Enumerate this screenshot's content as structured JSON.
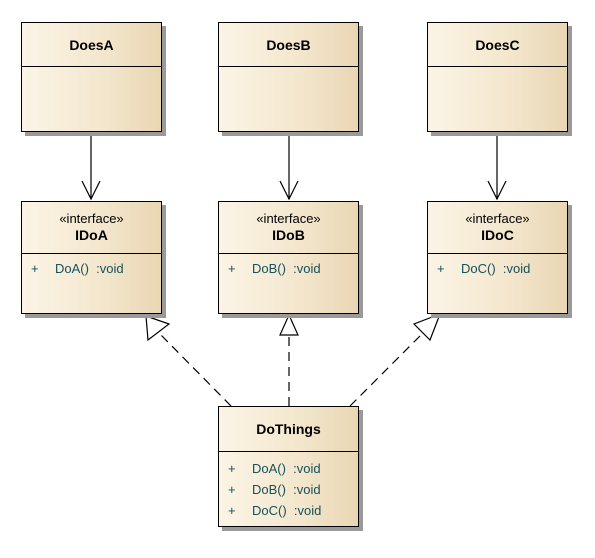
{
  "classes": {
    "doesA": {
      "name": "DoesA"
    },
    "doesB": {
      "name": "DoesB"
    },
    "doesC": {
      "name": "DoesC"
    },
    "idoA": {
      "stereotype": "«interface»",
      "name": "IDoA",
      "ops": [
        {
          "vis": "+",
          "sig": "DoA()  :void"
        }
      ]
    },
    "idoB": {
      "stereotype": "«interface»",
      "name": "IDoB",
      "ops": [
        {
          "vis": "+",
          "sig": "DoB()  :void"
        }
      ]
    },
    "idoC": {
      "stereotype": "«interface»",
      "name": "IDoC",
      "ops": [
        {
          "vis": "+",
          "sig": "DoC()  :void"
        }
      ]
    },
    "doThings": {
      "name": "DoThings",
      "ops": [
        {
          "vis": "+",
          "sig": "DoA()  :void"
        },
        {
          "vis": "+",
          "sig": "DoB()  :void"
        },
        {
          "vis": "+",
          "sig": "DoC()  :void"
        }
      ]
    }
  },
  "relations": [
    {
      "type": "dependency",
      "from": "DoesA",
      "to": "IDoA"
    },
    {
      "type": "dependency",
      "from": "DoesB",
      "to": "IDoB"
    },
    {
      "type": "dependency",
      "from": "DoesC",
      "to": "IDoC"
    },
    {
      "type": "realization",
      "from": "DoThings",
      "to": "IDoA"
    },
    {
      "type": "realization",
      "from": "DoThings",
      "to": "IDoB"
    },
    {
      "type": "realization",
      "from": "DoThings",
      "to": "IDoC"
    }
  ],
  "colors": {
    "border": "#000000",
    "fill": "#f3e6cc",
    "operation_text": "#17505a",
    "shadow": "#9a9a9a"
  }
}
